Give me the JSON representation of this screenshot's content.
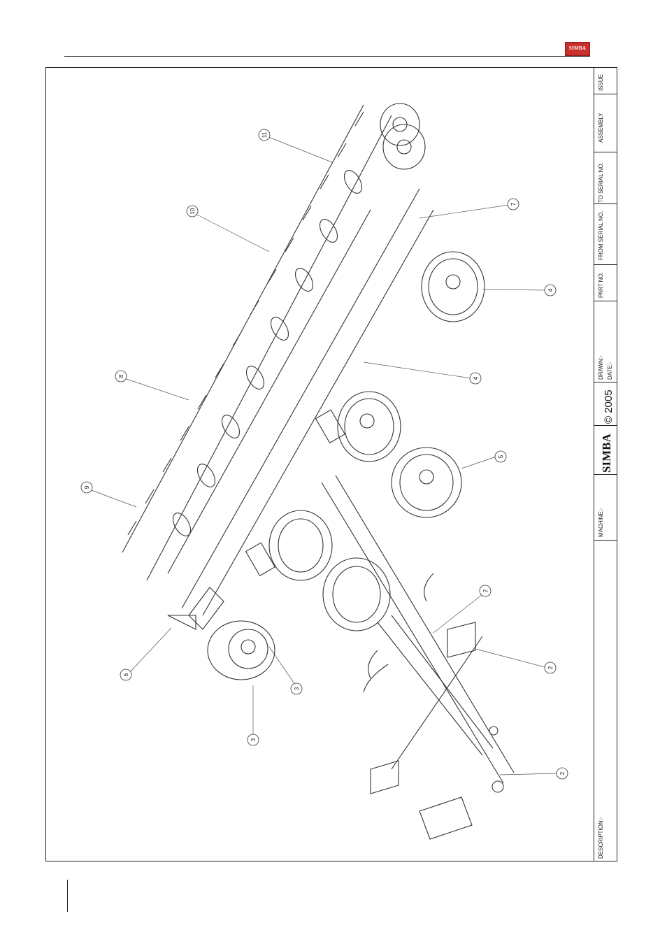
{
  "header": {
    "logo_text": "SIMBA"
  },
  "title_block": {
    "issue_label": "ISSUE",
    "assembly_label": "ASSEMBLY",
    "to_serial_label": "TO SERIAL NO.",
    "from_serial_label": "FROM SERIAL NO.",
    "part_no_label": "PART NO.",
    "drawn_label": "DRAWN:-",
    "date_label": "DATE:-",
    "copyright": "© 2005",
    "brand": "SIMBA",
    "machine_label": "MACHINE:-",
    "description_label": "DESCRIPTION:-"
  },
  "callouts": [
    "11",
    "10",
    "7",
    "4",
    "4",
    "8",
    "5",
    "9",
    "2",
    "2",
    "6",
    "3",
    "3",
    "2"
  ]
}
